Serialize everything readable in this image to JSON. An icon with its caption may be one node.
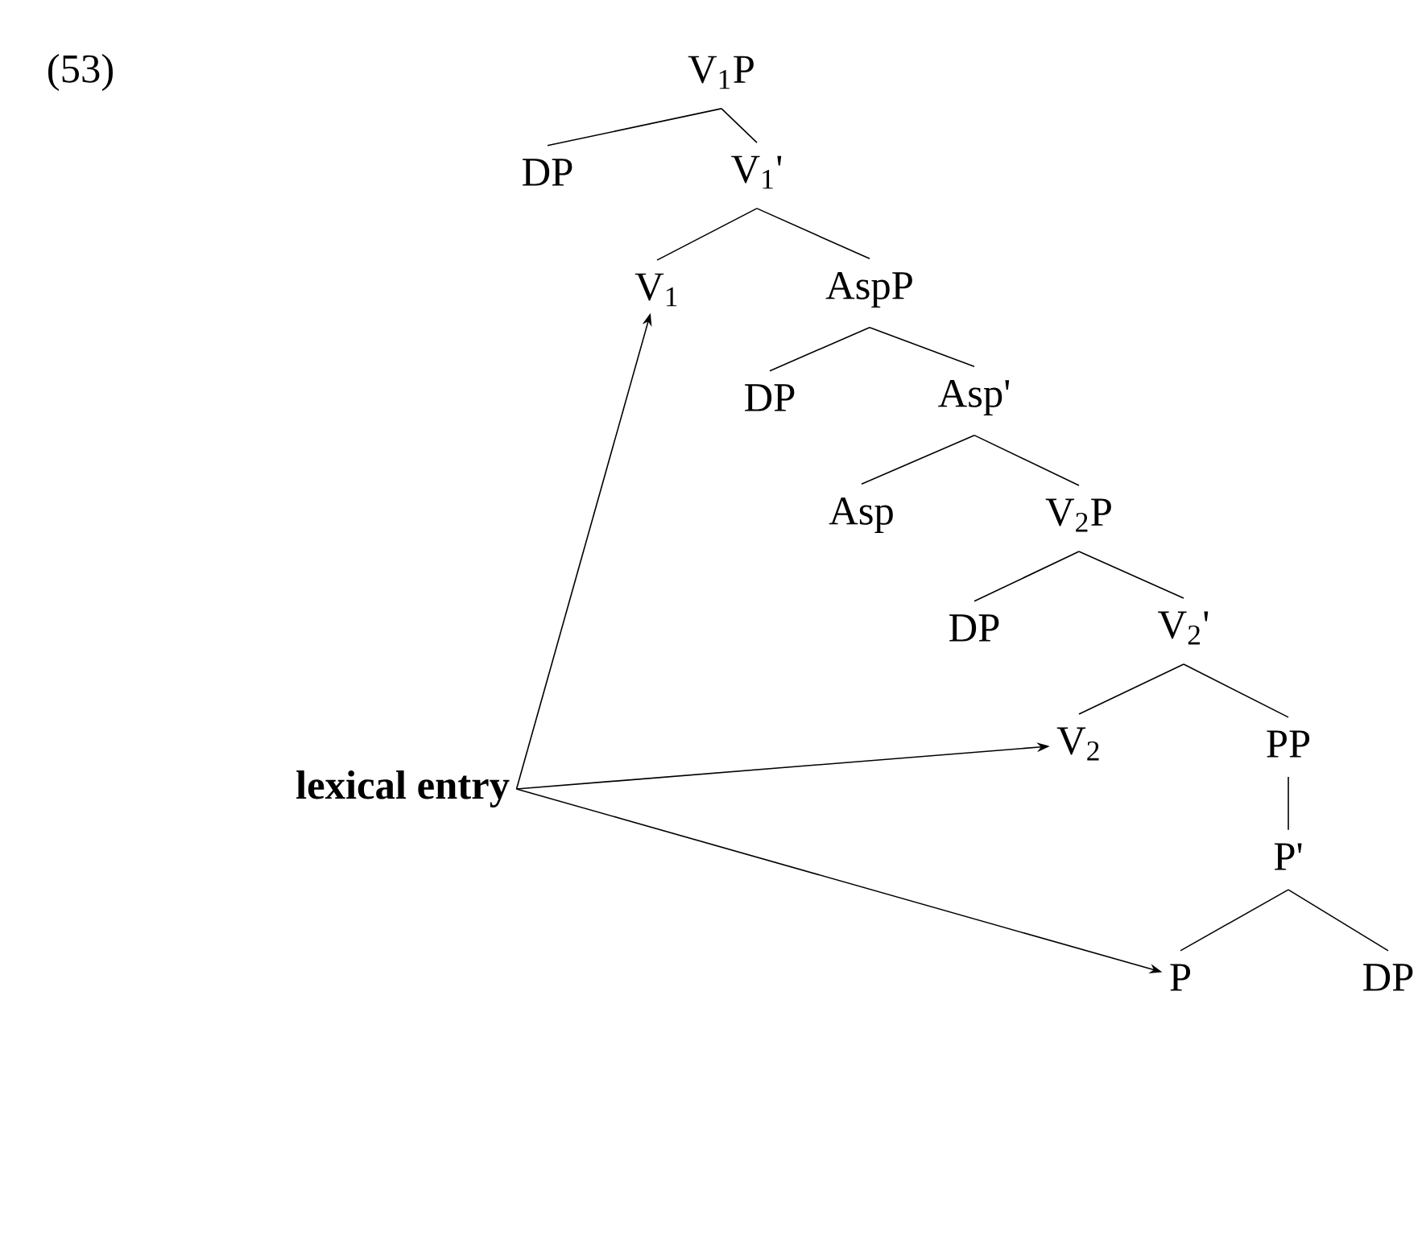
{
  "diagram": {
    "nodes": [
      {
        "text": [
          "V$_{1}$P"
        ]
      },
      {
        "text": [
          "DP"
        ]
      },
      {
        "text": [
          "V$_{1}$'"
        ]
      },
      {
        "text": [
          "V$_{1}$"
        ]
      },
      {
        "text": [
          "AspP"
        ]
      },
      {
        "text": [
          "DP"
        ]
      },
      {
        "text": [
          "Asp'"
        ]
      },
      {
        "text": [
          "Asp"
        ]
      },
      {
        "text": [
          "V$_{2}$P"
        ]
      },
      {
        "text": [
          "DP"
        ]
      },
      {
        "text": [
          "V$_{2}$'"
        ]
      },
      {
        "text": [
          "lexical entry"
        ]
      },
      {
        "text": [
          "V$_{2}$"
        ]
      },
      {
        "text": [
          "PP"
        ]
      },
      {
        "text": [
          "P'"
        ]
      },
      {
        "text": [
          "P"
        ]
      },
      {
        "text": [
          "DP"
        ]
      }
    ],
    "edges": [
      {
        "from": 0,
        "to": 1,
        "arrow": "none"
      },
      {
        "from": 0,
        "to": 2,
        "arrow": "none"
      },
      {
        "from": 2,
        "to": 3,
        "arrow": "none"
      },
      {
        "from": 2,
        "to": 4,
        "arrow": "none"
      },
      {
        "from": 4,
        "to": 5,
        "arrow": "none"
      },
      {
        "from": 4,
        "to": 6,
        "arrow": "none"
      },
      {
        "from": 6,
        "to": 7,
        "arrow": "none"
      },
      {
        "from": 6,
        "to": 8,
        "arrow": "none"
      },
      {
        "from": 8,
        "to": 9,
        "arrow": "none"
      },
      {
        "from": 8,
        "to": 10,
        "arrow": "none"
      },
      {
        "from": 10,
        "to": 12,
        "arrow": "none"
      },
      {
        "from": 10,
        "to": 13,
        "arrow": "none"
      },
      {
        "from": 13,
        "to": 14,
        "arrow": "none"
      },
      {
        "from": 14,
        "to": 15,
        "arrow": "none"
      },
      {
        "from": 14,
        "to": 16,
        "arrow": "none"
      },
      {
        "from": 11,
        "to": 3,
        "arrow": "to"
      },
      {
        "from": 11,
        "to": 12,
        "arrow": "to"
      },
      {
        "from": 11,
        "to": 15,
        "arrow": "to"
      }
    ],
    "labels": [
      "(53)"
    ]
  }
}
